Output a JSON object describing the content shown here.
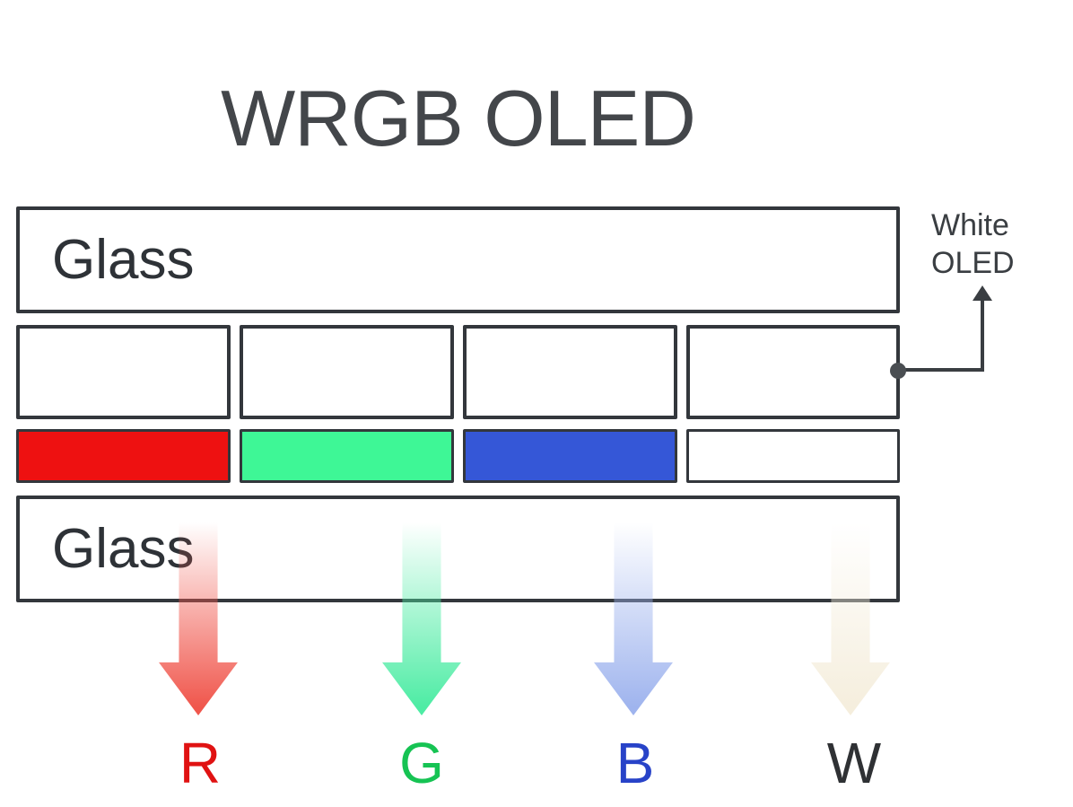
{
  "title": "WRGB OLED",
  "panel": {
    "top_glass_label": "Glass",
    "bottom_glass_label": "Glass"
  },
  "annotation": {
    "line1": "White",
    "line2": "OLED"
  },
  "colors": {
    "outline": "#33373c",
    "callout_line": "#3a3e42",
    "title_text": "#43464a"
  },
  "subpixels": [
    {
      "label": "R",
      "filter_color": "#ee1111",
      "arrow_color": "#f0564c",
      "label_color": "#e01212"
    },
    {
      "label": "G",
      "filter_color": "#3ef796",
      "arrow_color": "#4deca4",
      "label_color": "#16c353"
    },
    {
      "label": "B",
      "filter_color": "#3557d7",
      "arrow_color": "#9fb4ee",
      "label_color": "#2843c8"
    },
    {
      "label": "W",
      "filter_color": "#ffffff",
      "arrow_color": "#f5eedd",
      "label_color": "#2f3134"
    }
  ]
}
